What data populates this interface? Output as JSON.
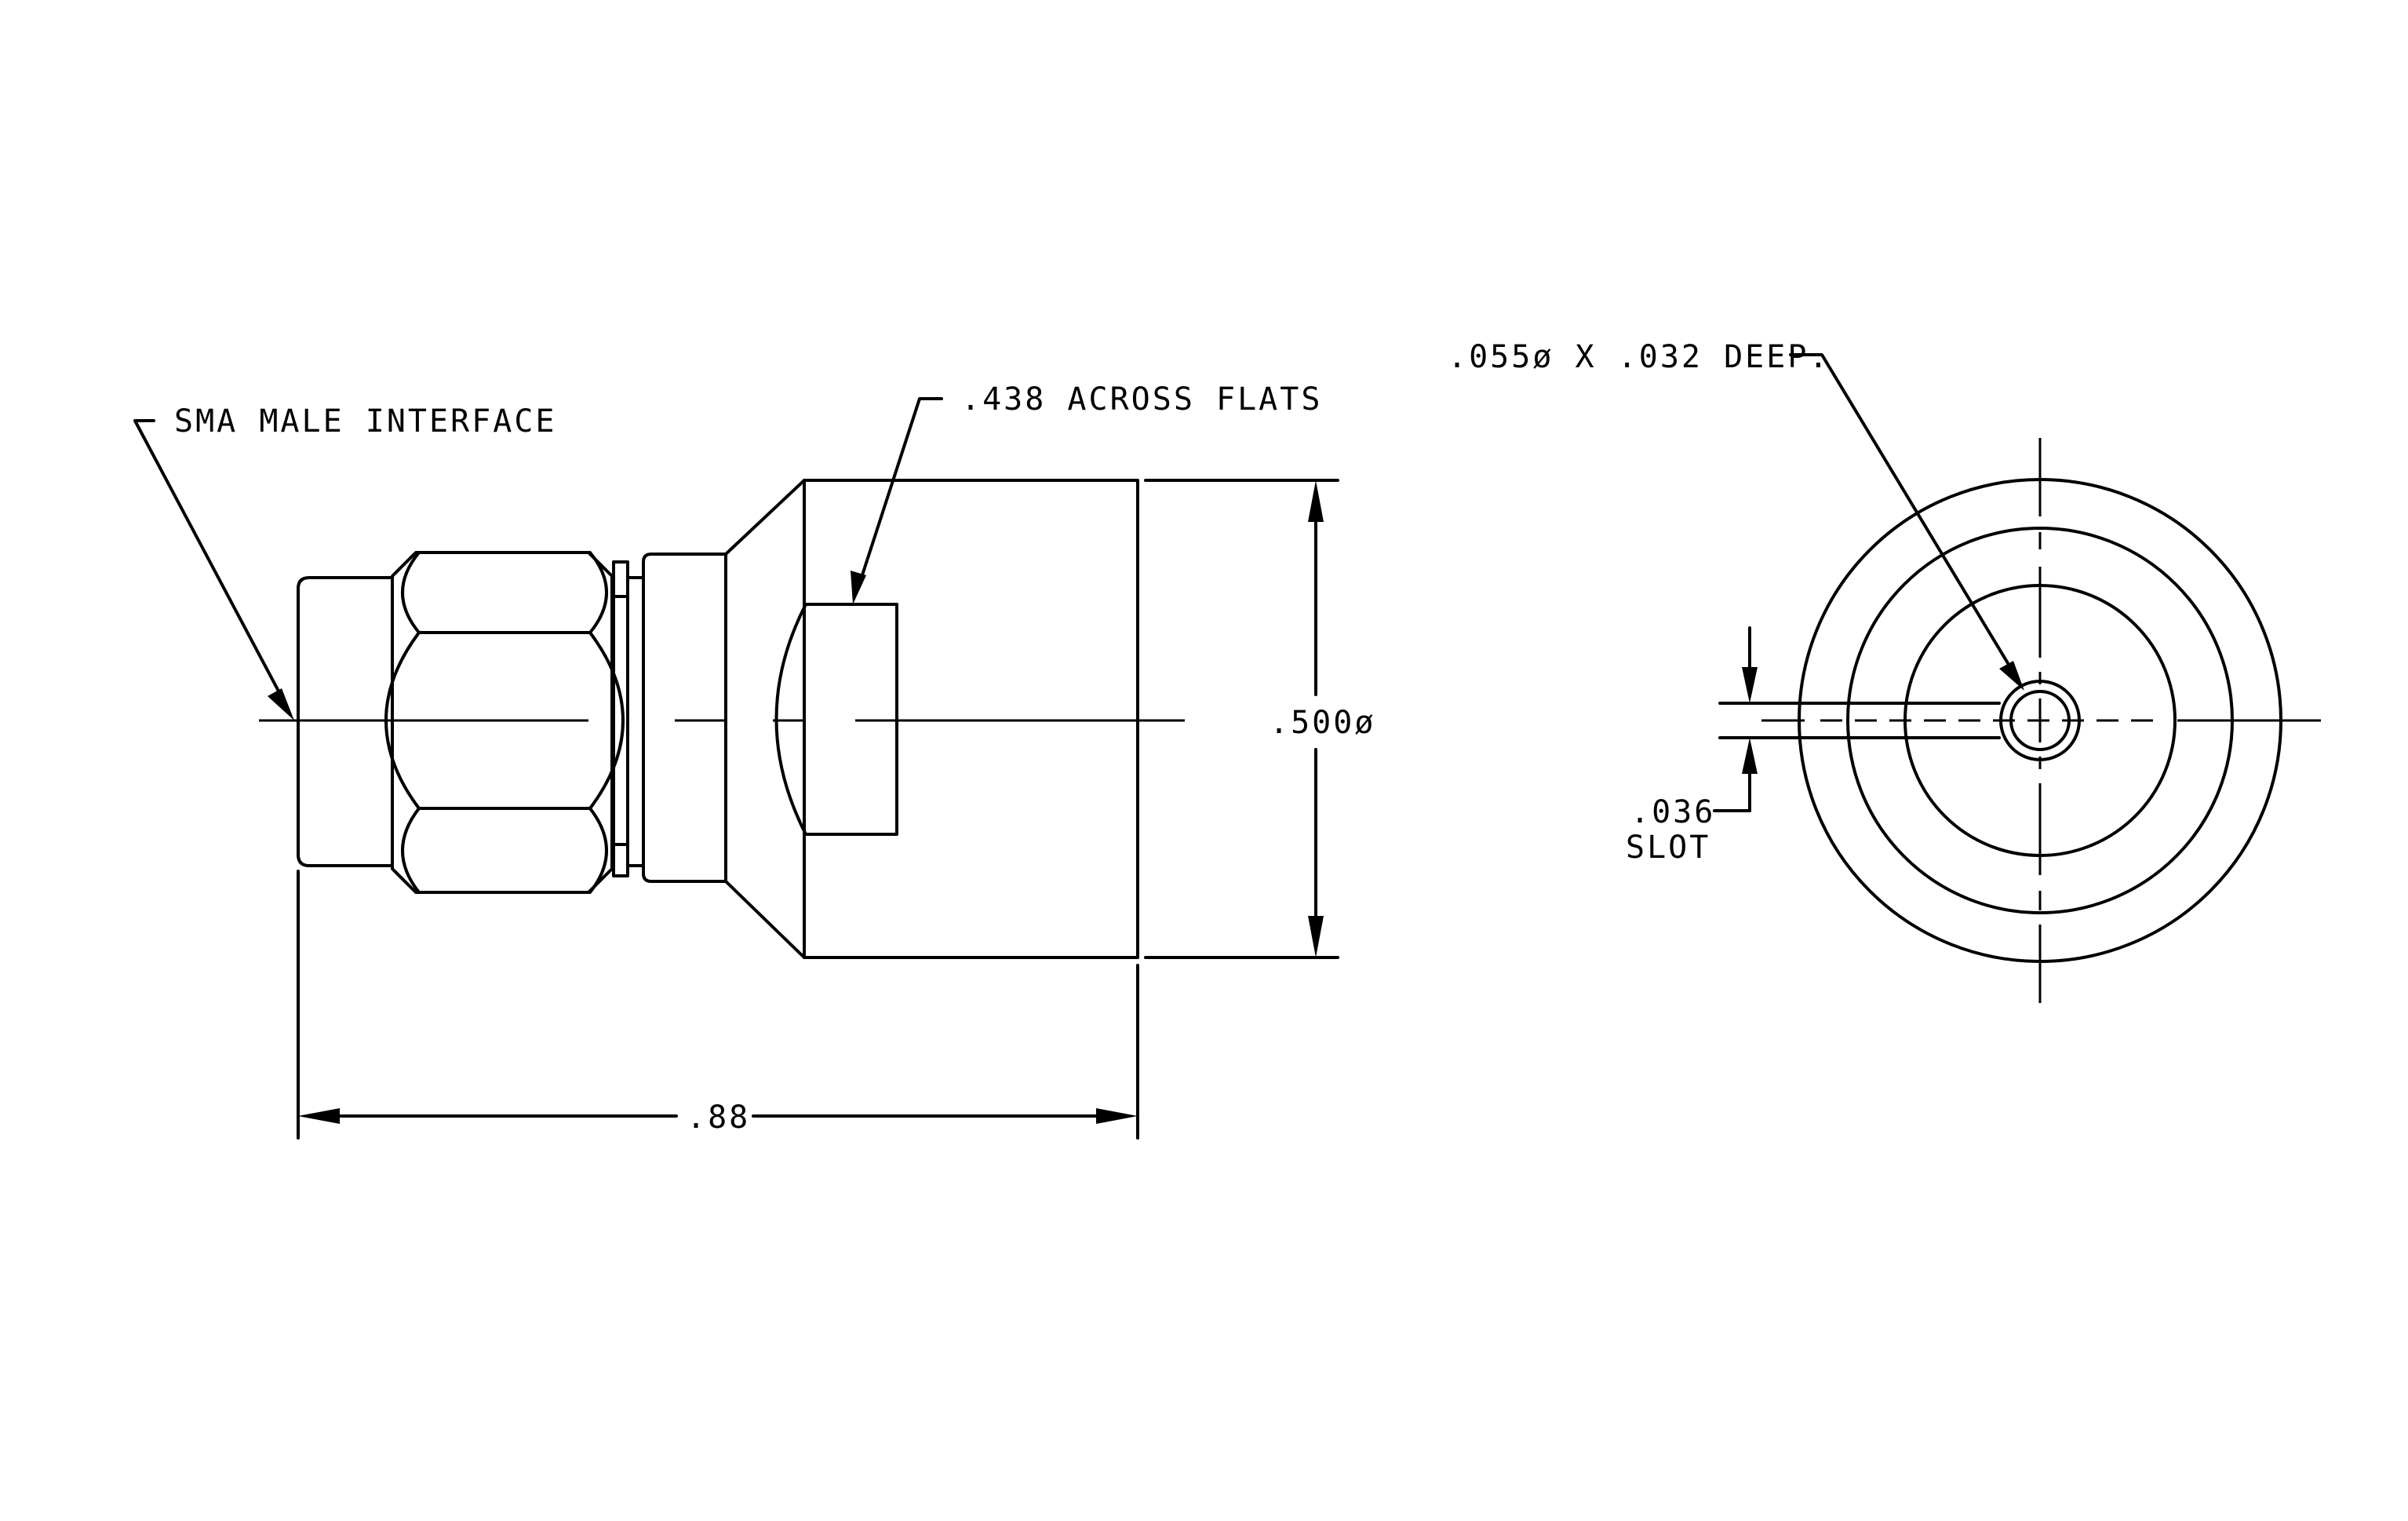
{
  "drawing": {
    "labels": {
      "sma_interface": "SMA MALE INTERFACE",
      "across_flats": ".438 ACROSS FLATS",
      "diameter_500": ".500ø",
      "length_88": ".88",
      "hole_callout": ".055ø X .032 DEEP.",
      "slot_value": ".036",
      "slot_word": "SLOT"
    }
  }
}
